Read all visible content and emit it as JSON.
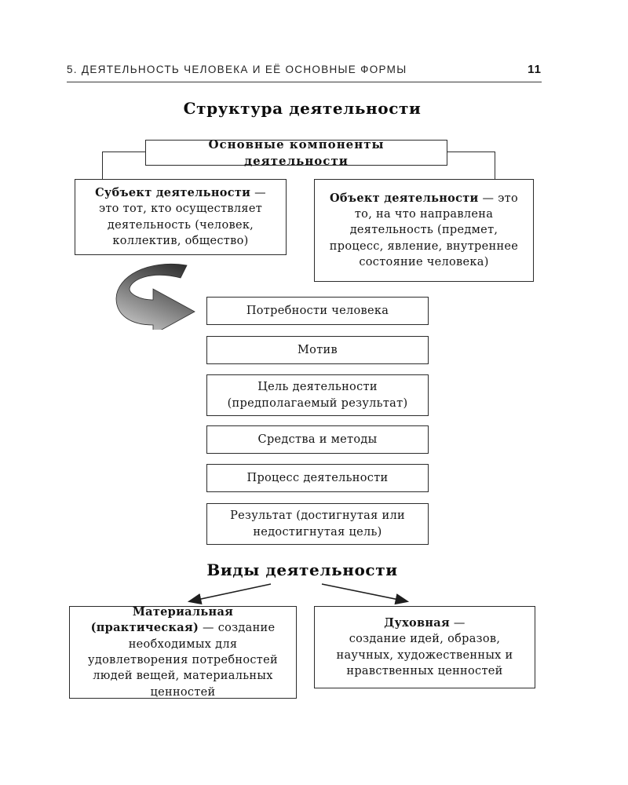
{
  "header": {
    "title": "5. ДЕЯТЕЛЬНОСТЬ ЧЕЛОВЕКА И ЕЁ ОСНОВНЫЕ ФОРМЫ",
    "page_number": "11"
  },
  "structure": {
    "title": "Структура деятельности",
    "root": "Основные компоненты деятельности",
    "subject": {
      "lead": "Субъект деятельности",
      "rest": " — это тот, кто осуществляет деятельность (человек, коллектив, общество)"
    },
    "object": {
      "lead": "Объект деятельности",
      "rest": " — это то, на что направлена деятельность (предмет, процесс, явление, внутреннее состояние человека)"
    },
    "steps": [
      "Потребности человека",
      "Мотив",
      "Цель деятельности (предполагаемый результат)",
      "Средства и методы",
      "Процесс деятельности",
      "Результат (достигнутая или недостигнутая цель)"
    ]
  },
  "kinds": {
    "title": "Виды деятельности",
    "material": {
      "lead": "Материальная (практическая)",
      "rest": " — создание необходимых для удовлетворения потребностей людей вещей, материальных ценностей"
    },
    "spiritual": {
      "lead": "Духовная",
      "rest": " —\nсоздание идей, образов, научных, художественных и нравственных ценностей"
    }
  },
  "colors": {
    "border": "#2b2b2b",
    "arrow_dark": "#333333",
    "arrow_light": "#c6c6c6"
  }
}
